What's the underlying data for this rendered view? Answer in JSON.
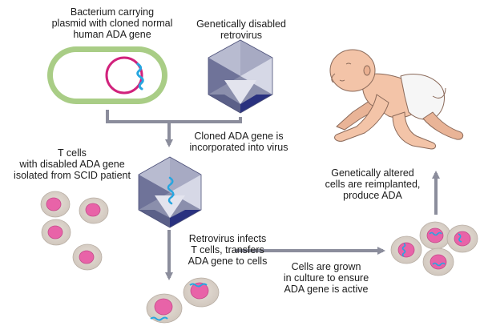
{
  "labels": {
    "bacterium": [
      "Bacterium carrying",
      "plasmid with cloned normal",
      "human ADA gene"
    ],
    "retrovirus": [
      "Genetically disabled",
      "retrovirus"
    ],
    "incorporated": [
      "Cloned ADA gene is",
      "incorporated into virus"
    ],
    "tcells": [
      "T cells",
      "with disabled ADA gene",
      "isolated from SCID patient"
    ],
    "infects": [
      "Retrovirus infects",
      "T cells, transfers",
      "ADA gene to cells"
    ],
    "culture": [
      "Cells are grown",
      "in culture to ensure",
      "ADA gene is active"
    ],
    "reimplanted": [
      "Genetically altered",
      "cells are reimplanted,",
      "produce ADA"
    ]
  },
  "colors": {
    "arrow": "#8b8d9c",
    "bacterium_wall": "#a9cd86",
    "plasmid": "#d1227c",
    "gene": "#27a6e0",
    "cell_body": "#ddd5cd",
    "nucleus": "#e863a8",
    "virus_face_light": "#d6d8e6",
    "virus_face_mid": "#8b8fac",
    "virus_face_dark": "#5b6088",
    "virus_blue": "#29317f",
    "skin": "#f3c4a8",
    "diaper": "#f6f6f6"
  }
}
